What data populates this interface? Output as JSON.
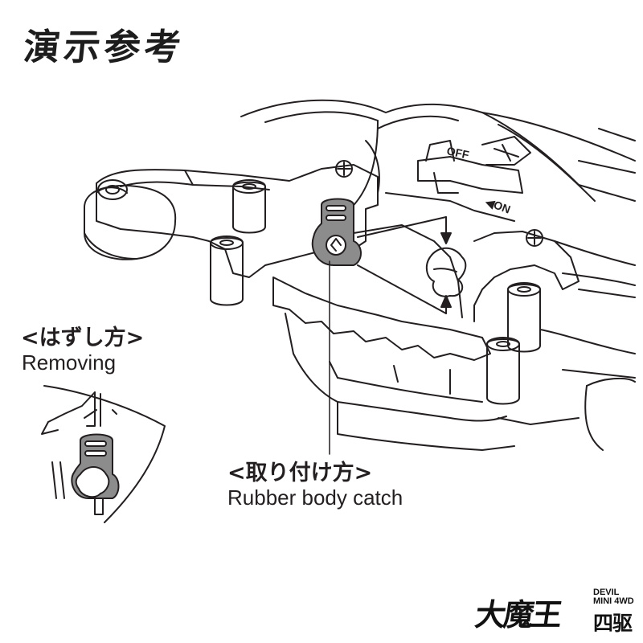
{
  "title": "演示参考",
  "removing": {
    "label_jp": "<はずし方>",
    "label_en": "Removing"
  },
  "attaching": {
    "label_jp": "<取り付け方>",
    "label_en": "Rubber body catch"
  },
  "switch_marks": {
    "off": "OFF",
    "on": "◀ON"
  },
  "logo": {
    "main": "大魔王",
    "sub_line1": "DEVIL",
    "sub_line2": "MINI 4WD",
    "sub_line3": "四驱"
  },
  "colors": {
    "line": "#231f20",
    "catch_fill": "#8c8c8c"
  }
}
